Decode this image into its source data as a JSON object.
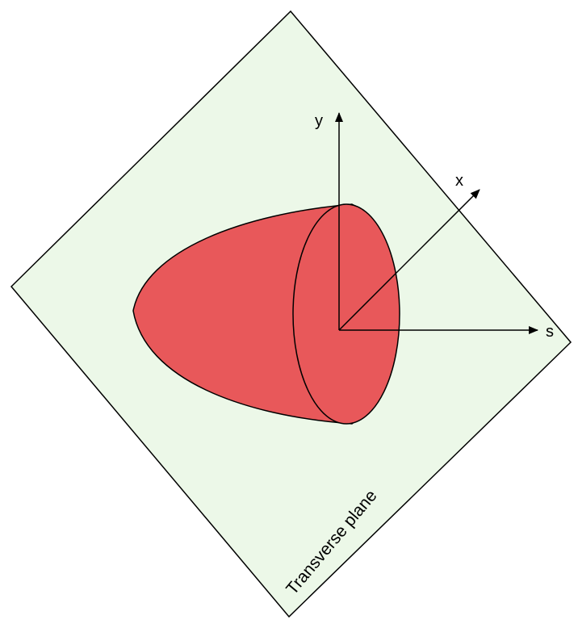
{
  "plane": {
    "label": "Transverse plane",
    "fill": "#ecf8e8",
    "stroke": "#000000"
  },
  "bunch": {
    "fill": "#e8585a",
    "stroke": "#000000"
  },
  "axes": {
    "y_label": "y",
    "x_label": "x",
    "s_label": "s",
    "color": "#000000"
  }
}
